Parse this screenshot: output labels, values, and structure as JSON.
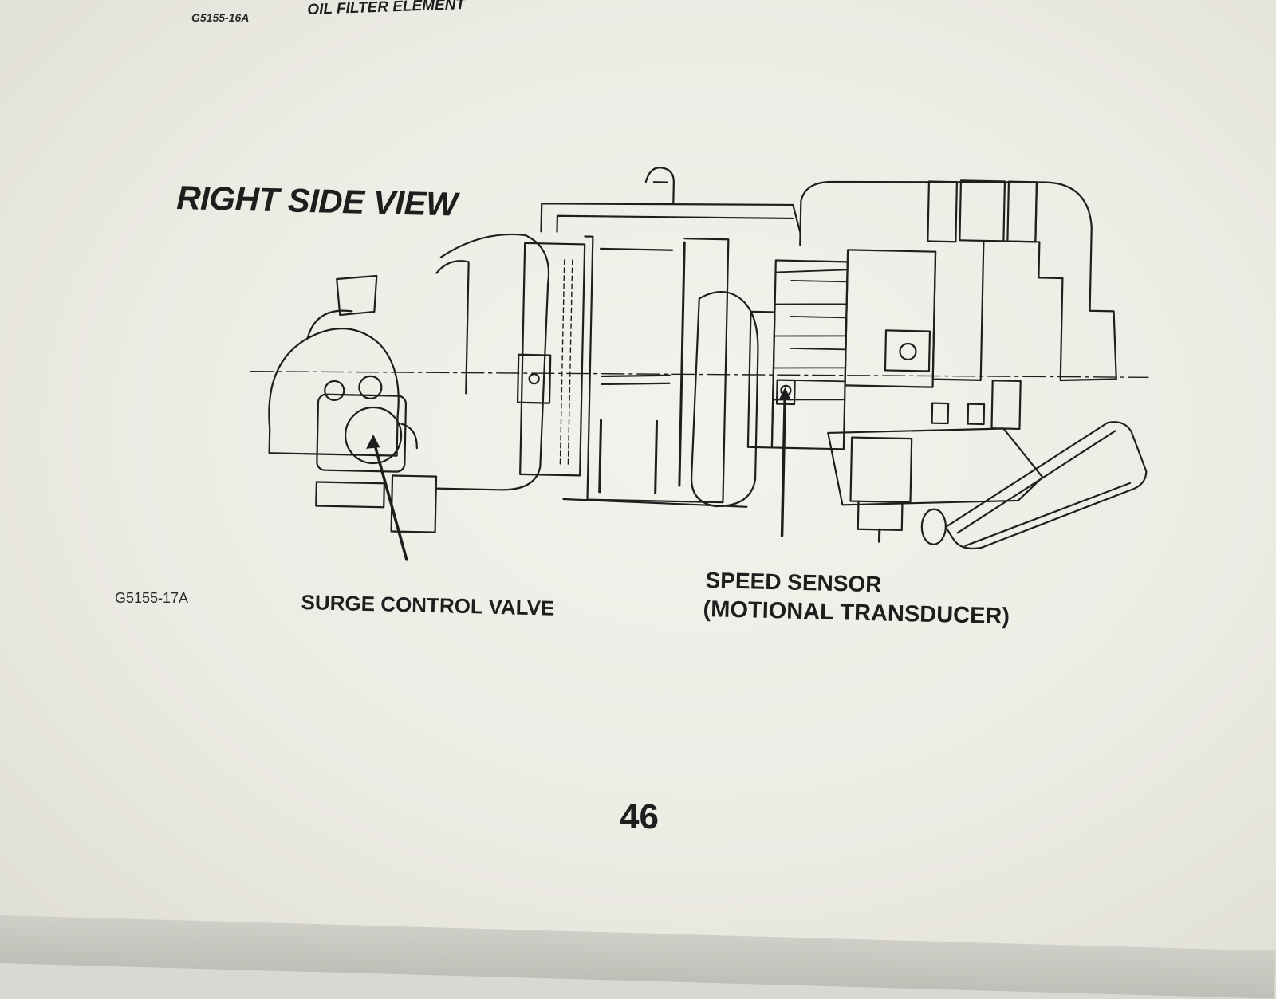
{
  "header": {
    "prev_figure_code": "G5155-16A",
    "prev_figure_caption": "OIL FILTER ELEMENT"
  },
  "figure": {
    "title": "RIGHT SIDE VIEW",
    "code": "G5155-17A",
    "callouts": {
      "surge_control_valve": "SURGE CONTROL VALVE",
      "speed_sensor_line1": "SPEED SENSOR",
      "speed_sensor_line2": "(MOTIONAL TRANSDUCER)"
    }
  },
  "footer": {
    "page_number": "46"
  },
  "colors": {
    "ink": "#1e1e1e",
    "paper": "#eeede6"
  }
}
